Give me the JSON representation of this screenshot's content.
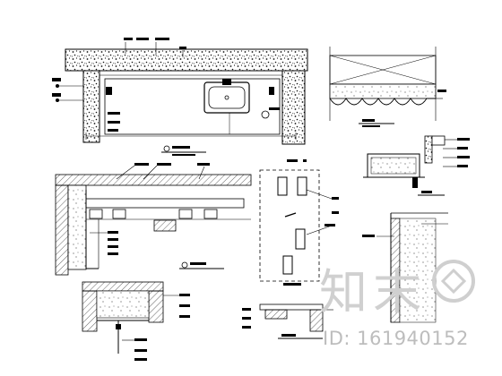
{
  "watermark": {
    "brand": "知末",
    "id_text": "ID: 161940152"
  },
  "note": "All annotation text in the drawing is too small to read; no legible labels reproduced."
}
